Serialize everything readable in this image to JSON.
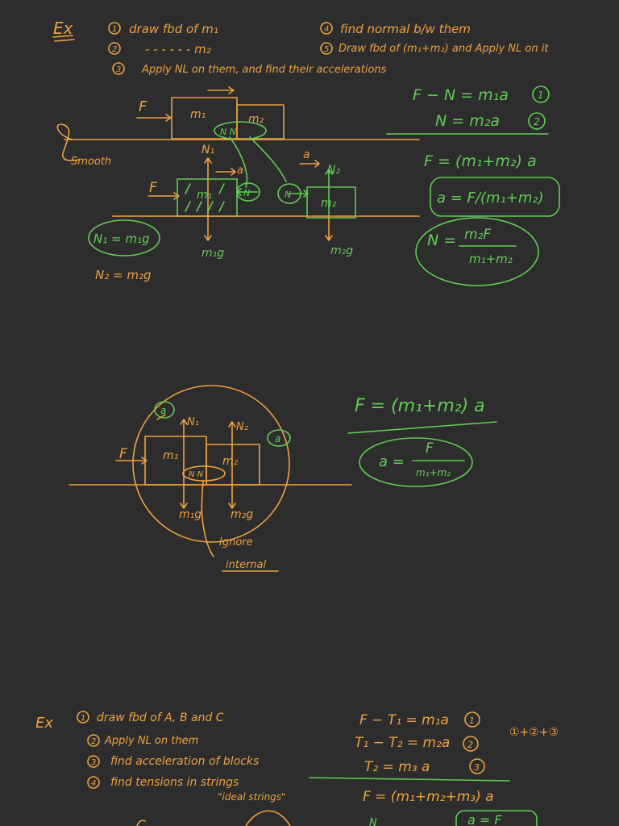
{
  "section1": {
    "ex_label": "Ex",
    "steps": [
      {
        "num": "1",
        "text": "draw fbd of m₁"
      },
      {
        "num": "2",
        "text": "- - - - - - m₂"
      },
      {
        "num": "3",
        "text": "Apply NL on them, and find their accelerations"
      },
      {
        "num": "4",
        "text": "find normal b/w them"
      },
      {
        "num": "5",
        "text": "Draw fbd of (m₁+m₂) and Apply NL on it"
      }
    ],
    "diagram": {
      "force": "F",
      "block1": "m₁",
      "block2": "m₂",
      "normal_pair": "N N",
      "smooth": "Smooth",
      "n1_up": "N₁",
      "n2_up": "N₂",
      "accel_a": "a",
      "accel_a2": "a",
      "force2": "F",
      "contact_n1": "N",
      "contact_n2": "N",
      "w1": "m₁g",
      "w2": "m₂g",
      "n1_eq": "N₁ = m₁g",
      "n2_eq": "N₂ = m₂g"
    },
    "equations": {
      "eq1": "F − N = m₁a",
      "eq1_tag": "1",
      "eq2": "N = m₂a",
      "eq2_tag": "2",
      "sum": "F = (m₁+m₂) a",
      "a_result": "a = F/(m₁+m₂)",
      "n_result_lhs": "N =",
      "n_result_num": "m₂F",
      "n_result_den": "m₁+m₂"
    }
  },
  "section2": {
    "force": "F",
    "block1": "m₁",
    "block2": "m₂",
    "n1": "N₁",
    "n2": "N₂",
    "a_left": "a",
    "a_right": "a",
    "internal_pair": "N N",
    "w1": "m₁g",
    "w2": "m₂g",
    "ignore": "Ignore",
    "internal": "internal",
    "eq_sum": "F = (m₁+m₂) a",
    "a_lhs": "a =",
    "a_num": "F",
    "a_den": "m₁+m₂"
  },
  "section3": {
    "ex_label": "Ex",
    "steps": [
      {
        "num": "1",
        "text": "draw fbd of A, B and C"
      },
      {
        "num": "2",
        "text": "Apply NL on them"
      },
      {
        "num": "3",
        "text": "find acceleration of blocks"
      },
      {
        "num": "4",
        "text": "find tensions in strings"
      }
    ],
    "ideal_strings": "\"ideal strings\"",
    "equations": {
      "eq1": "F − T₁ = m₁a",
      "eq1_tag": "1",
      "eq2": "T₁ − T₂ = m₂a",
      "eq2_tag": "2",
      "eq3": "T₂ = m₃ a",
      "eq3_tag": "3",
      "combo": "①+②+③",
      "sum": "F = (m₁+m₂+m₃) a",
      "a_partial": "a = F",
      "bottom_n": "N"
    }
  },
  "colors": {
    "background": "#2d2d2d",
    "orange_ink": "#f0a23c",
    "green_ink": "#5fcf52"
  }
}
